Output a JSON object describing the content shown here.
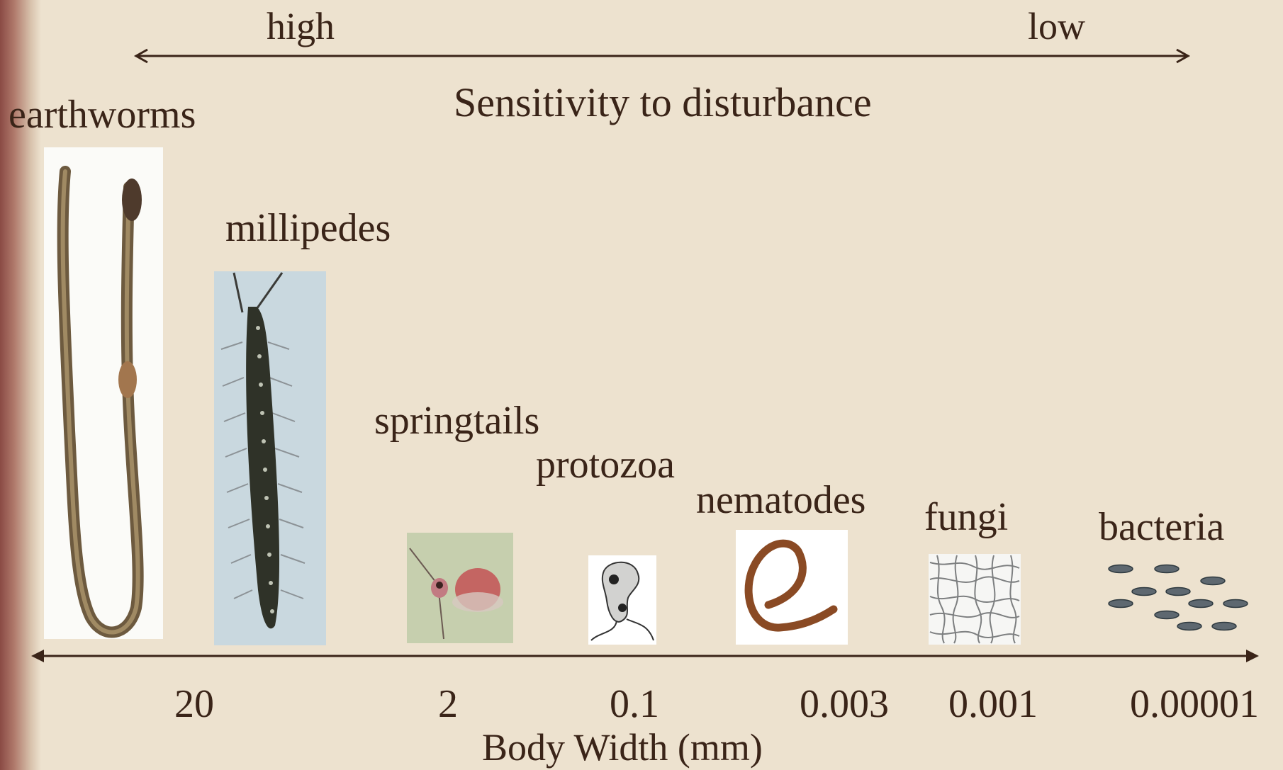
{
  "sensitivity": {
    "high_label": "high",
    "low_label": "low",
    "title": "Sensitivity to disturbance"
  },
  "organisms": [
    {
      "key": "earthworms",
      "label": "earthworms"
    },
    {
      "key": "millipedes",
      "label": "millipedes"
    },
    {
      "key": "springtails",
      "label": "springtails"
    },
    {
      "key": "protozoa",
      "label": "protozoa"
    },
    {
      "key": "nematodes",
      "label": "nematodes"
    },
    {
      "key": "fungi",
      "label": "fungi"
    },
    {
      "key": "bacteria",
      "label": "bacteria"
    }
  ],
  "body_width": {
    "title": "Body Width (mm)",
    "ticks": [
      "20",
      "2",
      "0.1",
      "0.003",
      "0.001",
      "0.00001"
    ]
  },
  "colors": {
    "background": "#ede2cf",
    "text": "#3a2418",
    "arrow": "#3a2418",
    "left_edge": "#8a4a44"
  }
}
